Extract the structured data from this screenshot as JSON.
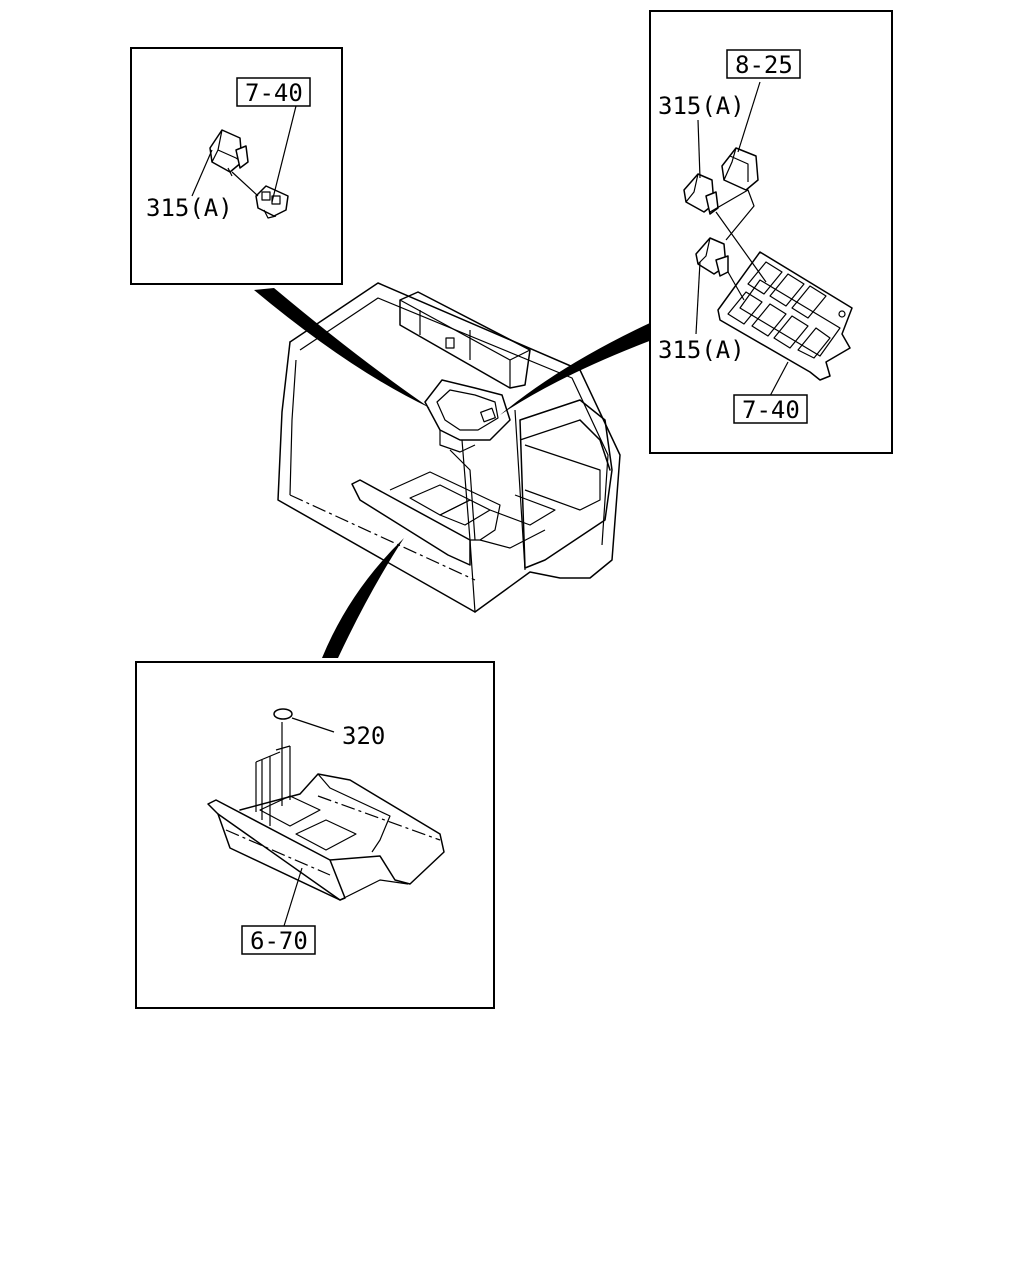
{
  "callouts": {
    "top_left": {
      "ref": "7-40",
      "part": "315(A)"
    },
    "top_right": {
      "ref_upper": "8-25",
      "part_upper": "315(A)",
      "part_lower": "315(A)",
      "ref_lower": "7-40"
    },
    "bottom": {
      "part": "320",
      "ref": "6-70"
    }
  }
}
